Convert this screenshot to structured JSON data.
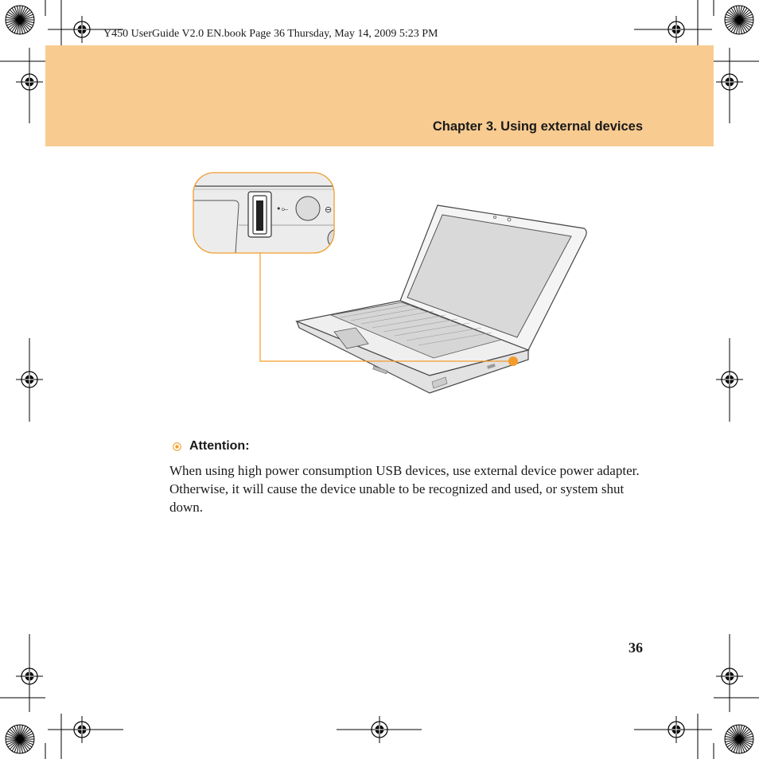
{
  "print_marks": {
    "file_info": "Y450 UserGuide V2.0 EN.book  Page 36  Thursday, May 14, 2009  5:23 PM"
  },
  "header": {
    "chapter_title": "Chapter 3. Using external devices",
    "band_color": "#f8cb90"
  },
  "figure": {
    "subject": "Laptop with magnified USB port",
    "callout_color": "#f39c2b"
  },
  "attention": {
    "icon": "target-icon",
    "label": "Attention:",
    "text": "When using high power consumption USB devices, use external device power adapter. Otherwise, it will cause the device unable to be recognized and used, or system shut down."
  },
  "footer": {
    "page_number": "36"
  }
}
